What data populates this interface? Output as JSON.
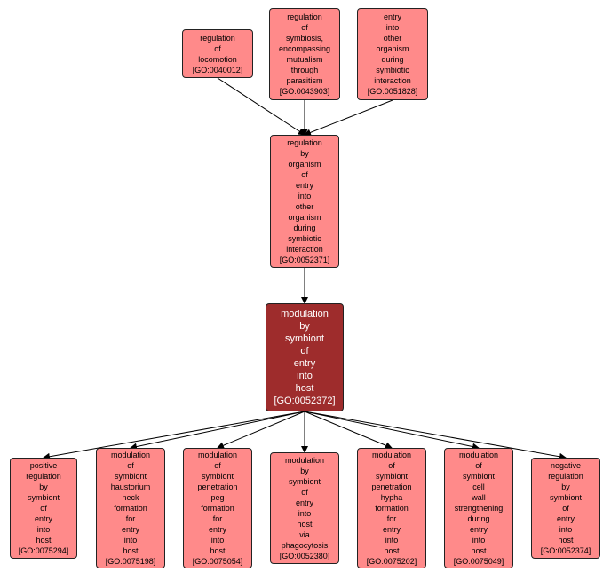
{
  "nodes": [
    {
      "id": "GO:0040012",
      "lines": [
        "regulation",
        "of",
        "locomotion",
        "[GO:0040012]"
      ]
    },
    {
      "id": "GO:0043903",
      "lines": [
        "regulation",
        "of",
        "symbiosis,",
        "encompassing",
        "mutualism",
        "through",
        "parasitism",
        "[GO:0043903]"
      ]
    },
    {
      "id": "GO:0051828",
      "lines": [
        "entry",
        "into",
        "other",
        "organism",
        "during",
        "symbiotic",
        "interaction",
        "[GO:0051828]"
      ]
    },
    {
      "id": "GO:0052371",
      "lines": [
        "regulation",
        "by",
        "organism",
        "of",
        "entry",
        "into",
        "other",
        "organism",
        "during",
        "symbiotic",
        "interaction",
        "[GO:0052371]"
      ]
    },
    {
      "id": "GO:0052372",
      "lines": [
        "modulation",
        "by",
        "symbiont",
        "of",
        "entry",
        "into",
        "host",
        "[GO:0052372]"
      ],
      "focus": true
    },
    {
      "id": "GO:0075294",
      "lines": [
        "positive",
        "regulation",
        "by",
        "symbiont",
        "of",
        "entry",
        "into",
        "host",
        "[GO:0075294]"
      ]
    },
    {
      "id": "GO:0075198",
      "lines": [
        "modulation",
        "of",
        "symbiont",
        "haustorium",
        "neck",
        "formation",
        "for",
        "entry",
        "into",
        "host",
        "[GO:0075198]"
      ]
    },
    {
      "id": "GO:0075054",
      "lines": [
        "modulation",
        "of",
        "symbiont",
        "penetration",
        "peg",
        "formation",
        "for",
        "entry",
        "into",
        "host",
        "[GO:0075054]"
      ]
    },
    {
      "id": "GO:0052380",
      "lines": [
        "modulation",
        "by",
        "symbiont",
        "of",
        "entry",
        "into",
        "host",
        "via",
        "phagocytosis",
        "[GO:0052380]"
      ]
    },
    {
      "id": "GO:0075202",
      "lines": [
        "modulation",
        "of",
        "symbiont",
        "penetration",
        "hypha",
        "formation",
        "for",
        "entry",
        "into",
        "host",
        "[GO:0075202]"
      ]
    },
    {
      "id": "GO:0075049",
      "lines": [
        "modulation",
        "of",
        "symbiont",
        "cell",
        "wall",
        "strengthening",
        "during",
        "entry",
        "into",
        "host",
        "[GO:0075049]"
      ]
    },
    {
      "id": "GO:0052374",
      "lines": [
        "negative",
        "regulation",
        "by",
        "symbiont",
        "of",
        "entry",
        "into",
        "host",
        "[GO:0052374]"
      ]
    }
  ],
  "edges": [
    [
      "GO:0040012",
      "GO:0052371"
    ],
    [
      "GO:0043903",
      "GO:0052371"
    ],
    [
      "GO:0051828",
      "GO:0052371"
    ],
    [
      "GO:0052371",
      "GO:0052372"
    ],
    [
      "GO:0052372",
      "GO:0075294"
    ],
    [
      "GO:0052372",
      "GO:0075198"
    ],
    [
      "GO:0052372",
      "GO:0075054"
    ],
    [
      "GO:0052372",
      "GO:0052380"
    ],
    [
      "GO:0052372",
      "GO:0075202"
    ],
    [
      "GO:0052372",
      "GO:0075049"
    ],
    [
      "GO:0052372",
      "GO:0052374"
    ]
  ],
  "colors": {
    "node_fill": "#ff8a8a",
    "focus_fill": "#9e2c2c",
    "edge": "#000000"
  }
}
